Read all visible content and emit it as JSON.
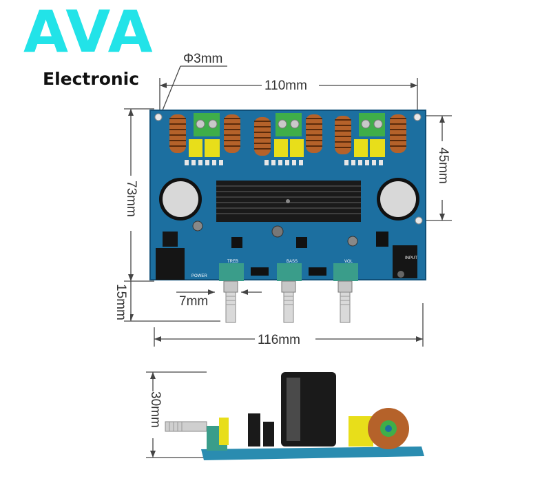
{
  "logo": {
    "brand": "AVA",
    "subtitle": "Electronic",
    "brand_color": "#22e3e8"
  },
  "dimensions": {
    "hole_diameter": "Φ3mm",
    "hole_spacing": "110mm",
    "height": "73mm",
    "cap_span": "45mm",
    "knob_height": "15mm",
    "knob_width": "7mm",
    "total_width": "116mm",
    "side_height": "30mm"
  },
  "board": {
    "pcb_color": "#1c6fa0",
    "heatsink_color": "#1a1a1a",
    "knob_labels": [
      "TREB",
      "BASS",
      "VOL"
    ],
    "power_label": "POWER",
    "input_label": "INPUT"
  }
}
